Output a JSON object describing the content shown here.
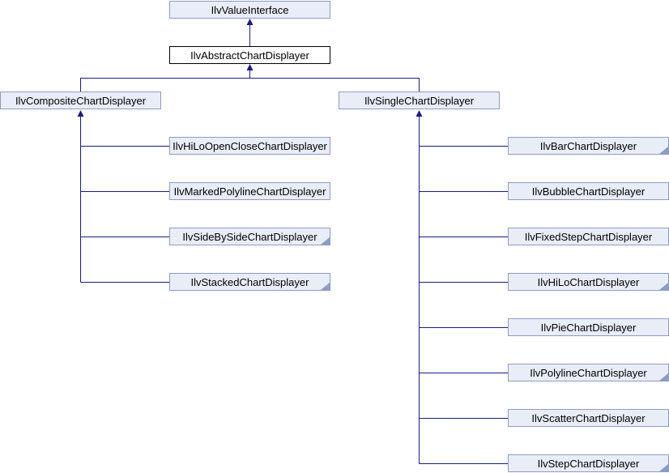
{
  "diagram_type": "class-inheritance-graph",
  "colors": {
    "node_fill": "#e9edf7",
    "node_border": "#8d9cc5",
    "current_node_fill": "#ffffff",
    "current_node_border": "#000000",
    "edge": "#1a1a8c",
    "text": "#000000",
    "fold_marker": "#8d9cc5"
  },
  "root": {
    "label": "IlvValueInterface"
  },
  "current": {
    "label": "IlvAbstractChartDisplayer"
  },
  "branches": [
    {
      "parent": {
        "label": "IlvCompositeChartDisplayer"
      },
      "children": [
        {
          "label": "IlvHiLoOpenCloseChartDisplayer",
          "has_hidden_subclasses": false
        },
        {
          "label": "IlvMarkedPolylineChartDisplayer",
          "has_hidden_subclasses": false
        },
        {
          "label": "IlvSideBySideChartDisplayer",
          "has_hidden_subclasses": true
        },
        {
          "label": "IlvStackedChartDisplayer",
          "has_hidden_subclasses": true
        }
      ]
    },
    {
      "parent": {
        "label": "IlvSingleChartDisplayer"
      },
      "children": [
        {
          "label": "IlvBarChartDisplayer",
          "has_hidden_subclasses": true
        },
        {
          "label": "IlvBubbleChartDisplayer",
          "has_hidden_subclasses": false
        },
        {
          "label": "IlvFixedStepChartDisplayer",
          "has_hidden_subclasses": false
        },
        {
          "label": "IlvHiLoChartDisplayer",
          "has_hidden_subclasses": true
        },
        {
          "label": "IlvPieChartDisplayer",
          "has_hidden_subclasses": false
        },
        {
          "label": "IlvPolylineChartDisplayer",
          "has_hidden_subclasses": true
        },
        {
          "label": "IlvScatterChartDisplayer",
          "has_hidden_subclasses": false
        },
        {
          "label": "IlvStepChartDisplayer",
          "has_hidden_subclasses": true
        }
      ]
    }
  ]
}
